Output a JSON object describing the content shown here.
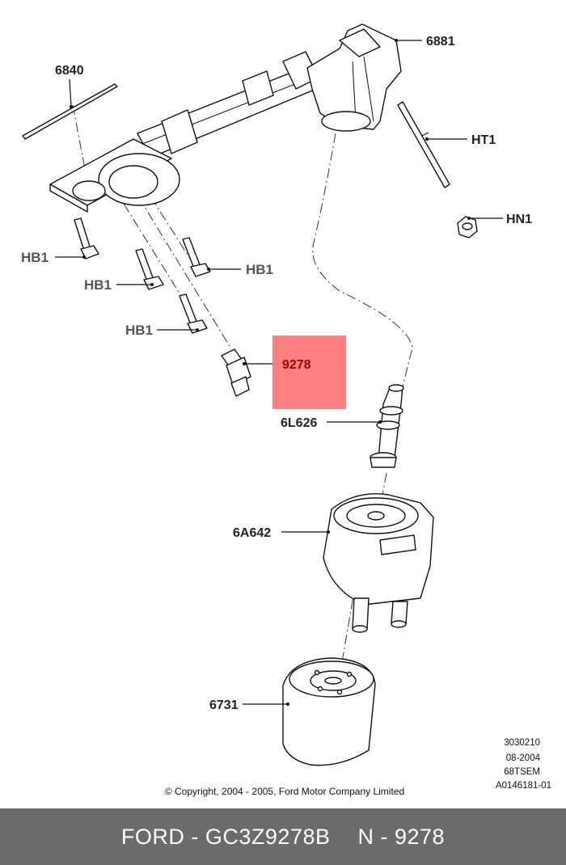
{
  "labels": {
    "6881": "6881",
    "6840": "6840",
    "HT1": "HT1",
    "HN1": "HN1",
    "HB1_a": "HB1",
    "HB1_b": "HB1",
    "HB1_c": "HB1",
    "HB1_d": "HB1",
    "9278": "9278",
    "6L626": "6L626",
    "6A642": "6A642",
    "6731": "6731"
  },
  "highlight": {
    "color": "#ff8080",
    "text_color": "#a00000"
  },
  "meta": {
    "line1": "3030210",
    "line2": "08-2004",
    "line3": "68TSEM",
    "line4": "A0146181-01"
  },
  "copyright": "© Copyright, 2004 - 2005, Ford Motor Company Limited",
  "footer": {
    "part": "FORD - GC3Z9278B",
    "ref": "N - 9278"
  }
}
